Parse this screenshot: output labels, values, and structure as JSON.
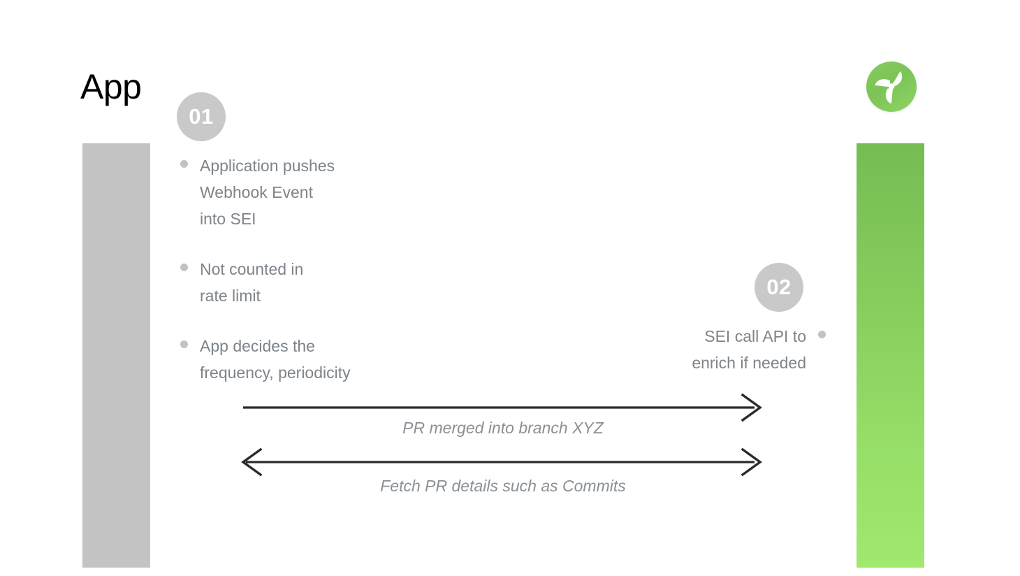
{
  "slide": {
    "title": "App",
    "background_color": "#ffffff"
  },
  "logo": {
    "icon": "propeller-logo-icon",
    "background_color": "#7cc457",
    "blade_color": "#ffffff"
  },
  "lanes": {
    "left": {
      "name": "app-lane",
      "color": "#c4c4c4"
    },
    "right": {
      "name": "sei-lane",
      "gradient_top": "#75bd53",
      "gradient_bottom": "#a0e86e"
    }
  },
  "steps": [
    {
      "number": "01",
      "badge_color": "#c9c9c9",
      "badge_text_color": "#ffffff",
      "side": "left",
      "bullets": [
        "Application pushes\nWebhook Event\ninto SEI",
        "Not counted in\nrate limit",
        "App decides the\nfrequency, periodicity"
      ]
    },
    {
      "number": "02",
      "badge_color": "#c9c9c9",
      "badge_text_color": "#ffffff",
      "side": "right",
      "bullets": [
        "SEI call API to\nenrich if needed"
      ]
    }
  ],
  "arrows": [
    {
      "name": "pr-merged-arrow",
      "direction": "right",
      "label": "PR merged into branch XYZ",
      "color": "#2b2b2b"
    },
    {
      "name": "fetch-pr-details-arrow",
      "direction": "both",
      "label": "Fetch PR details such as Commits",
      "color": "#2b2b2b"
    }
  ],
  "text_colors": {
    "bullet": "#7e848a",
    "arrow_label": "#8a9095",
    "title": "#000000"
  }
}
